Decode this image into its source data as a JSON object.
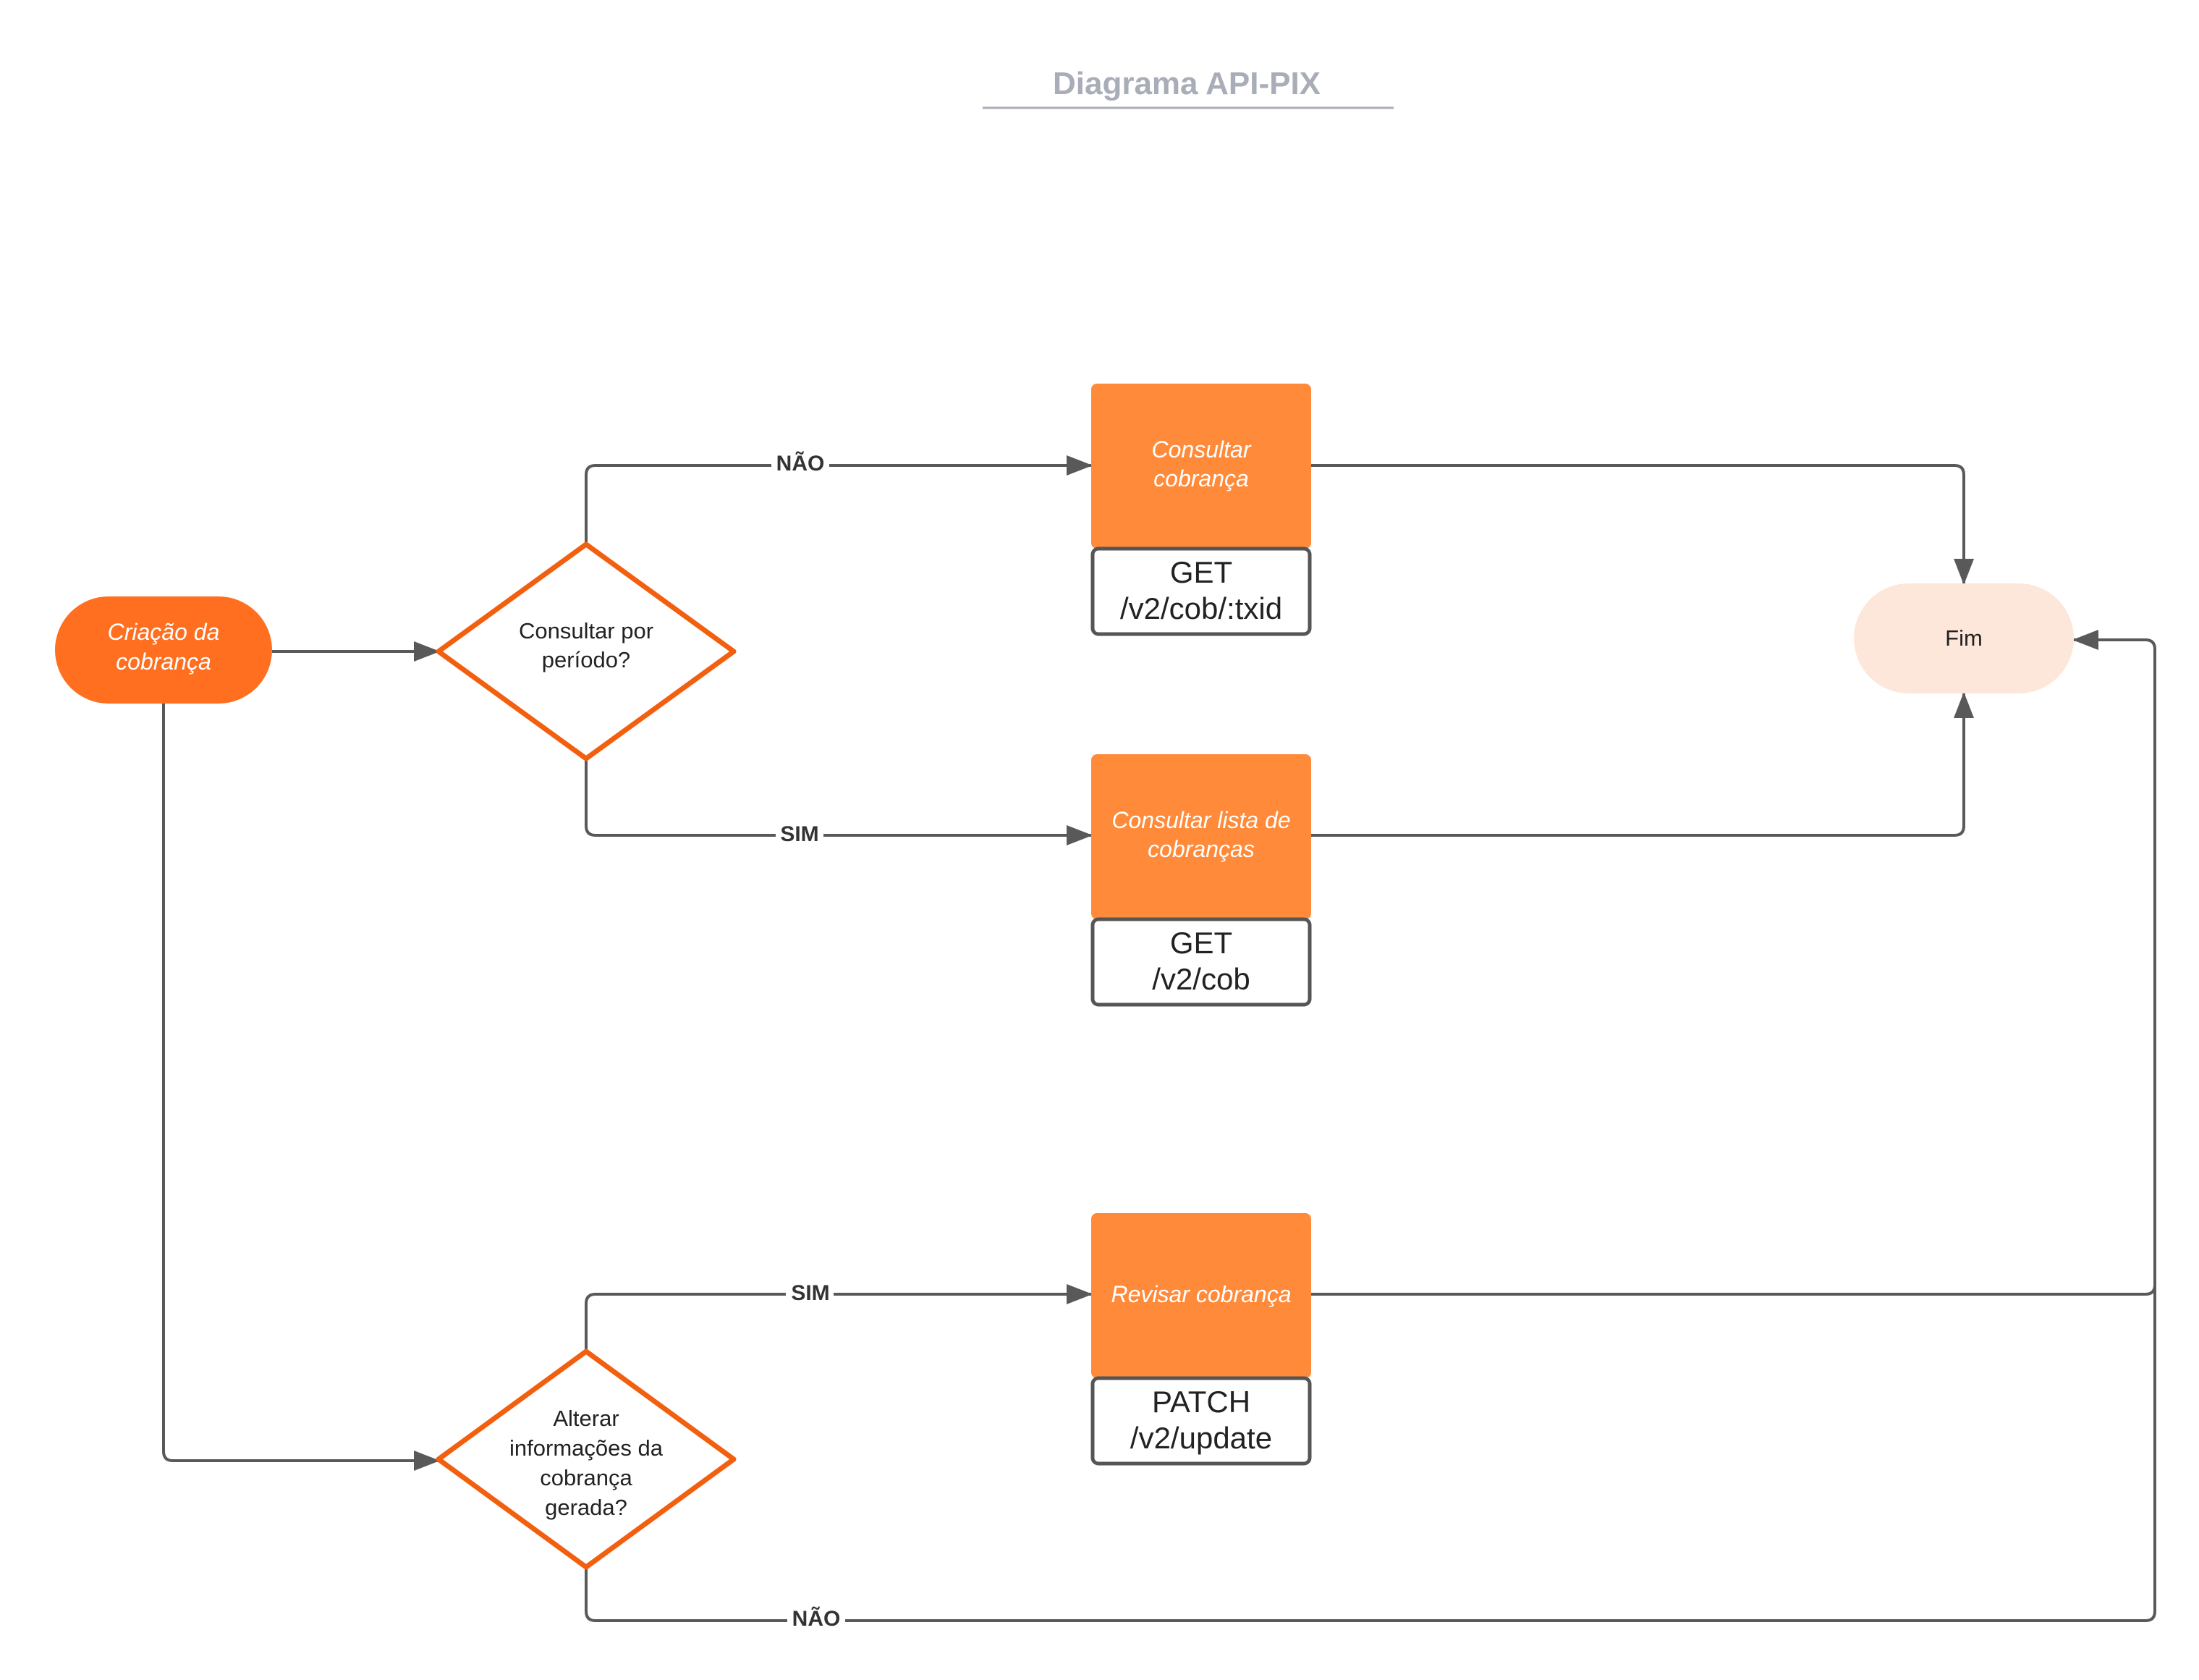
{
  "title": "Diagrama API-PIX",
  "colors": {
    "start_fill": "#ff6f1f",
    "process_fill": "#ff8a3a",
    "diamond_stroke": "#f2600f",
    "end_fill": "#fde7da",
    "endpoint_stroke": "#555555",
    "connector": "#595959",
    "title": "#a8adb8"
  },
  "nodes": {
    "start": {
      "line1": "Criação da",
      "line2": "cobrança"
    },
    "decision_periodo": {
      "line1": "Consultar por",
      "line2": "período?"
    },
    "consultar": {
      "line1": "Consultar",
      "line2": "cobrança"
    },
    "consultar_endpoint": {
      "line1": "GET",
      "line2": "/v2/cob/:txid"
    },
    "consultar_lista": {
      "line1": "Consultar lista de",
      "line2": "cobranças"
    },
    "consultar_lista_endpoint": {
      "line1": "GET",
      "line2": "/v2/cob"
    },
    "decision_alterar": {
      "line1": "Alterar",
      "line2": "informações da",
      "line3": "cobrança",
      "line4": "gerada?"
    },
    "revisar": {
      "label": "Revisar cobrança"
    },
    "revisar_endpoint": {
      "line1": "PATCH",
      "line2": "/v2/update"
    },
    "end": {
      "label": "Fim"
    }
  },
  "edges": {
    "nao_top": "NÃO",
    "sim_top": "SIM",
    "sim_bottom": "SIM",
    "nao_bottom": "NÃO"
  }
}
